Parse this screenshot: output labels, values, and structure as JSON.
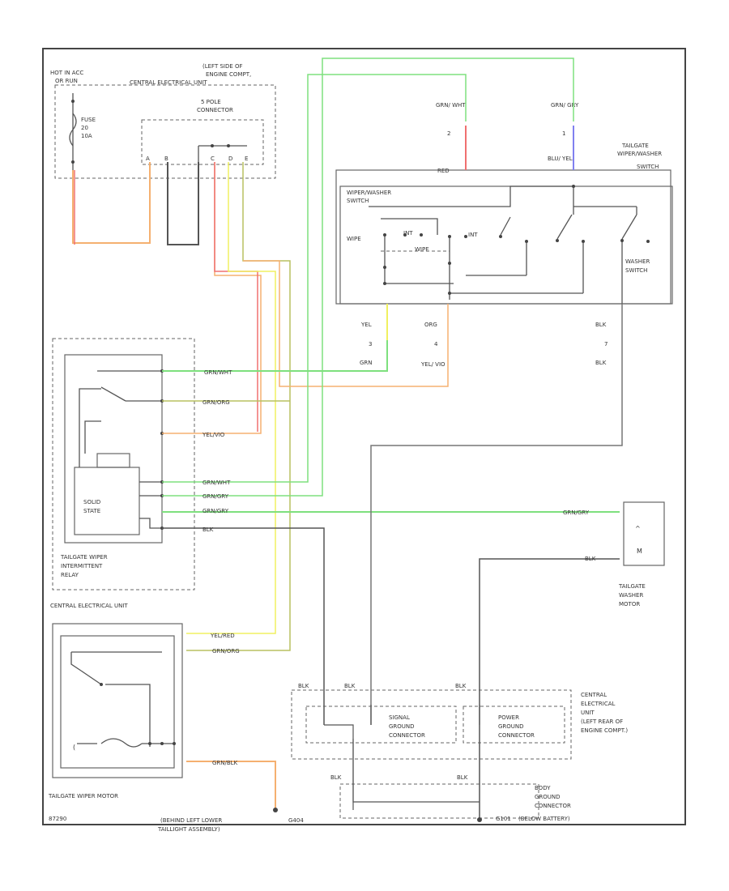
{
  "labels": {
    "hot_in_acc": "HOT IN ACC",
    "or_run": "OR RUN",
    "left_side_engine": "(LEFT SIDE OF",
    "engine_compt": "ENGINE COMPT,",
    "central_elec_unit_top": "CENTRAL ELECTRICAL UNIT",
    "pole_connector": "5 POLE",
    "connector_dr": "CONNECTOR",
    "fuse": "FUSE",
    "fuse_num": "20",
    "fuse_amp": "10A",
    "tailgate_wiper_washer_switch_1": "TAILGATE",
    "tailgate_wiper_washer_switch_2": "WIPER/WASHER",
    "tailgate_wiper_washer_switch_3": "SWITCH",
    "wiper_washer_switch_1": "WIPER/WASHER",
    "wiper_washer_switch_2": "SWITCH",
    "wipe": "WIPE",
    "int": "INT",
    "wipe2": "WIPE",
    "int2": "INT",
    "washer_switch_1": "WASHER",
    "washer_switch_2": "SWITCH",
    "solid_state_1": "SOLID",
    "solid_state_2": "STATE",
    "relay_1": "TAILGATE WIPER",
    "relay_2": "INTERMITTENT",
    "relay_3": "RELAY",
    "central_elec_unit_mid": "CENTRAL ELECTRICAL UNIT",
    "tailgate_wiper_motor": "TAILGATE WIPER MOTOR",
    "washer_motor_1": "TAILGATE",
    "washer_motor_2": "WASHER",
    "washer_motor_3": "MOTOR",
    "ground_1": "(BEHIND LEFT LOWER",
    "ground_2": "TAILLIGHT ASSEMBLY)",
    "g404": "G404",
    "signal_ground_1": "SIGNAL",
    "signal_ground_2": "GROUND",
    "signal_ground_3": "CONNECTOR",
    "power_ground_1": "POWER",
    "power_ground_2": "GROUND",
    "power_ground_3": "CONNECTOR",
    "ceu_note_1": "CENTRAL",
    "ceu_note_2": "ELECTRICAL",
    "ceu_note_3": "UNIT",
    "ceu_note_4": "(LEFT REAR OF",
    "ceu_note_5": "ENGINE COMPT.)",
    "body_ground_1": "BODY",
    "body_ground_2": "GROUND",
    "body_ground_3": "CONNECTOR",
    "g101": "G101",
    "g101_note": "(BELOW BATTERY)",
    "diagram_code": "87290"
  },
  "wires": {
    "grn_wht": "GRN/ WHT",
    "grn_gry": "GRN/ GRY",
    "red": "RED",
    "blu_yel": "BLU/ YEL",
    "yel": "YEL",
    "org": "ORG",
    "grn": "GRN",
    "yel_vio": "YEL/ VIO",
    "blk": "BLK",
    "grn_wht_long": "GRN/WHT",
    "grn_org": "GRN/ORG",
    "yel_vio_long": "YEL/VIO",
    "grn_gry_long": "GRN/GRY",
    "yellow": "YEL/RED",
    "grn_blk": "GRN/BLK",
    "yel_red": "YEL/RED",
    "pin_2": "2",
    "pin_1": "1",
    "pin_3": "3",
    "pin_4": "4",
    "pin_7": "7"
  },
  "colors": {
    "green": "#7ee07e",
    "red": "#f07070",
    "orange": "#f5b070",
    "yellow": "#f0f060",
    "blue": "#8080f0",
    "olive": "#b8c060",
    "black": "#555555",
    "gray": "#777777"
  }
}
